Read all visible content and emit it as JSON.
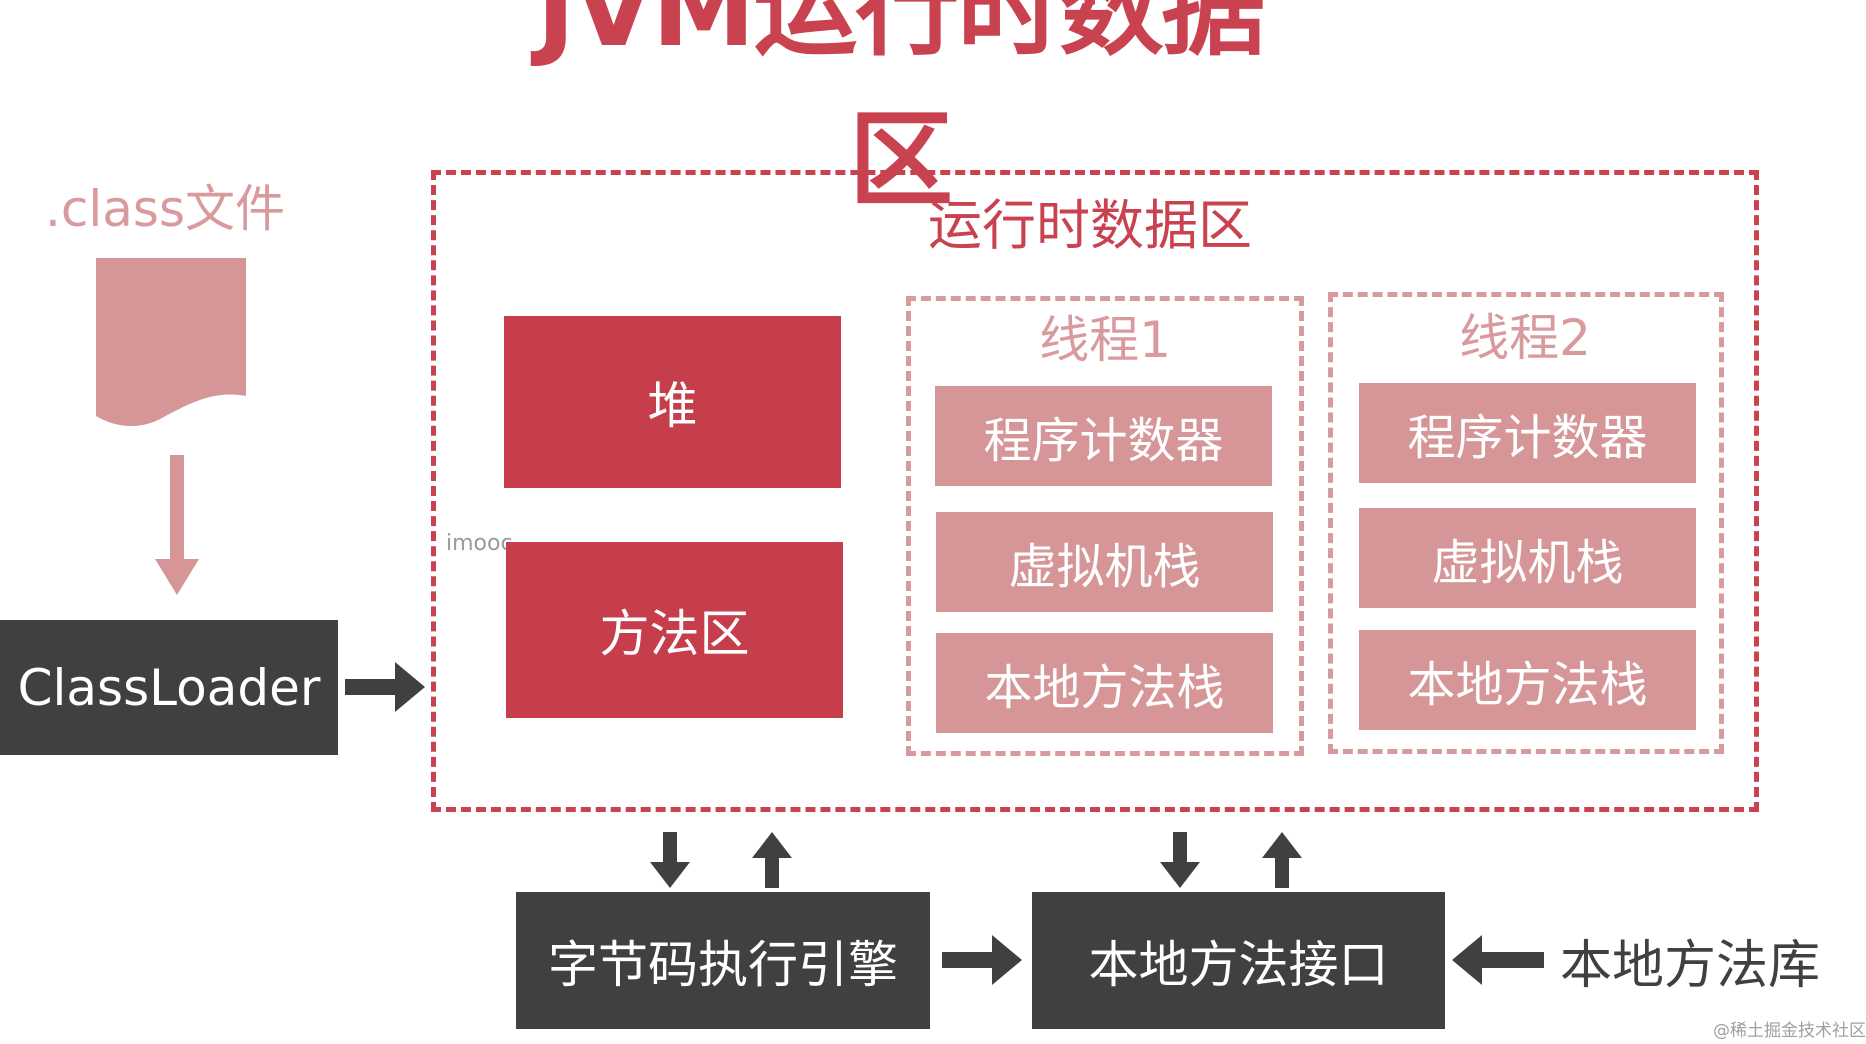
{
  "title": "JVM运行时数据区",
  "class_file_label": ".class文件",
  "classloader_label": "ClassLoader",
  "runtime_area": {
    "label": "运行时数据区",
    "watermark": "imooc",
    "shared": {
      "heap": "堆",
      "method_area": "方法区"
    },
    "threads": [
      {
        "label": "线程1",
        "items": [
          "程序计数器",
          "虚拟机栈",
          "本地方法栈"
        ]
      },
      {
        "label": "线程2",
        "items": [
          "程序计数器",
          "虚拟机栈",
          "本地方法栈"
        ]
      }
    ]
  },
  "execution_engine": "字节码执行引擎",
  "native_interface": "本地方法接口",
  "native_library": "本地方法库",
  "source_watermark": "@稀土掘金技术社区",
  "colors": {
    "accent_red": "#c9424f",
    "solid_box_red": "#c63e4c",
    "light_pink": "#d69597",
    "dark_gray": "#404040"
  },
  "icons": {
    "class_file": "document-icon",
    "flow": "arrow-icon"
  }
}
